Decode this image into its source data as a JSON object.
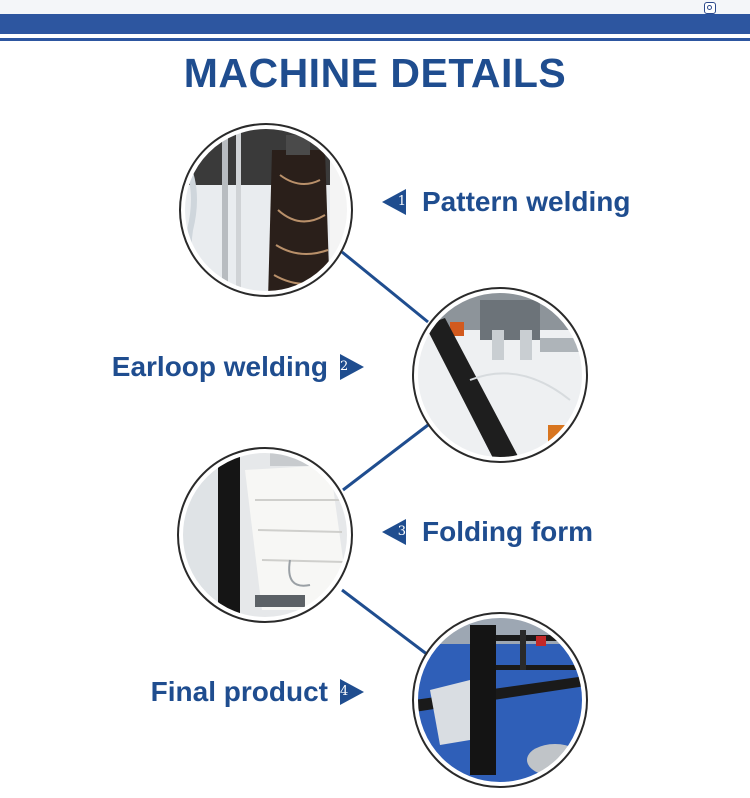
{
  "page": {
    "title": "MACHINE DETAILS",
    "colors": {
      "brand_blue": "#2d56a0",
      "text_blue": "#1f4d8f"
    }
  },
  "details": [
    {
      "number": "1",
      "label": "Pattern welding"
    },
    {
      "number": "2",
      "label": "Earloop welding"
    },
    {
      "number": "3",
      "label": "Folding form"
    },
    {
      "number": "4",
      "label": "Final product"
    }
  ],
  "icons": {
    "corner": "brand-logo-icon",
    "marker": "triangle-marker-icon"
  }
}
